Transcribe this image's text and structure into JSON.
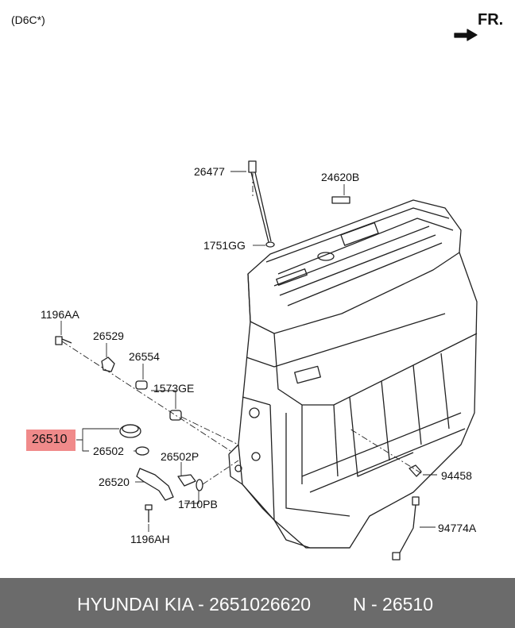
{
  "diagram": {
    "engine_code": "(D6C*)",
    "direction_label": "FR.",
    "highlighted_part": "26510",
    "part_labels": {
      "p26477": "26477",
      "p24620B": "24620B",
      "p1751GG": "1751GG",
      "p1196AA": "1196AA",
      "p26529": "26529",
      "p26554": "26554",
      "p1573GE": "1573GE",
      "p26502": "26502",
      "p26502P": "26502P",
      "p26520": "26520",
      "p1710PB": "1710PB",
      "p1196AH": "1196AH",
      "p94458": "94458",
      "p94774A": "94774A"
    }
  },
  "footer": {
    "brand": "HYUNDAI  KIA - 2651026620",
    "ref": "N - 26510"
  }
}
